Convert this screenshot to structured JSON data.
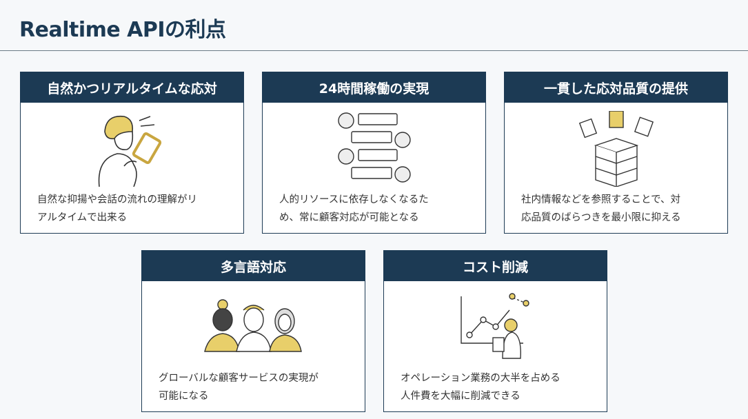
{
  "title": "Realtime APIの利点",
  "cards": [
    {
      "heading": "自然かつリアルタイムな応対",
      "line1": "自然な抑揚や会話の流れの理解がリ",
      "line2": "アルタイムで出来る"
    },
    {
      "heading": "24時間稼働の実現",
      "line1": "人的リソースに依存しなくなるた",
      "line2": "め、常に顧客対応が可能となる"
    },
    {
      "heading": "一貫した応対品質の提供",
      "line1": "社内情報などを参照することで、対",
      "line2": "応品質のばらつきを最小限に抑える"
    },
    {
      "heading": "多言語対応",
      "line1": "グローバルな顧客サービスの実現が",
      "line2": "可能になる"
    },
    {
      "heading": "コスト削減",
      "line1": "オペレーション業務の大半を占める",
      "line2": "人件費を大幅に削減できる"
    }
  ],
  "colors": {
    "navy": "#1c3a54",
    "accent": "#e8cf6a"
  }
}
